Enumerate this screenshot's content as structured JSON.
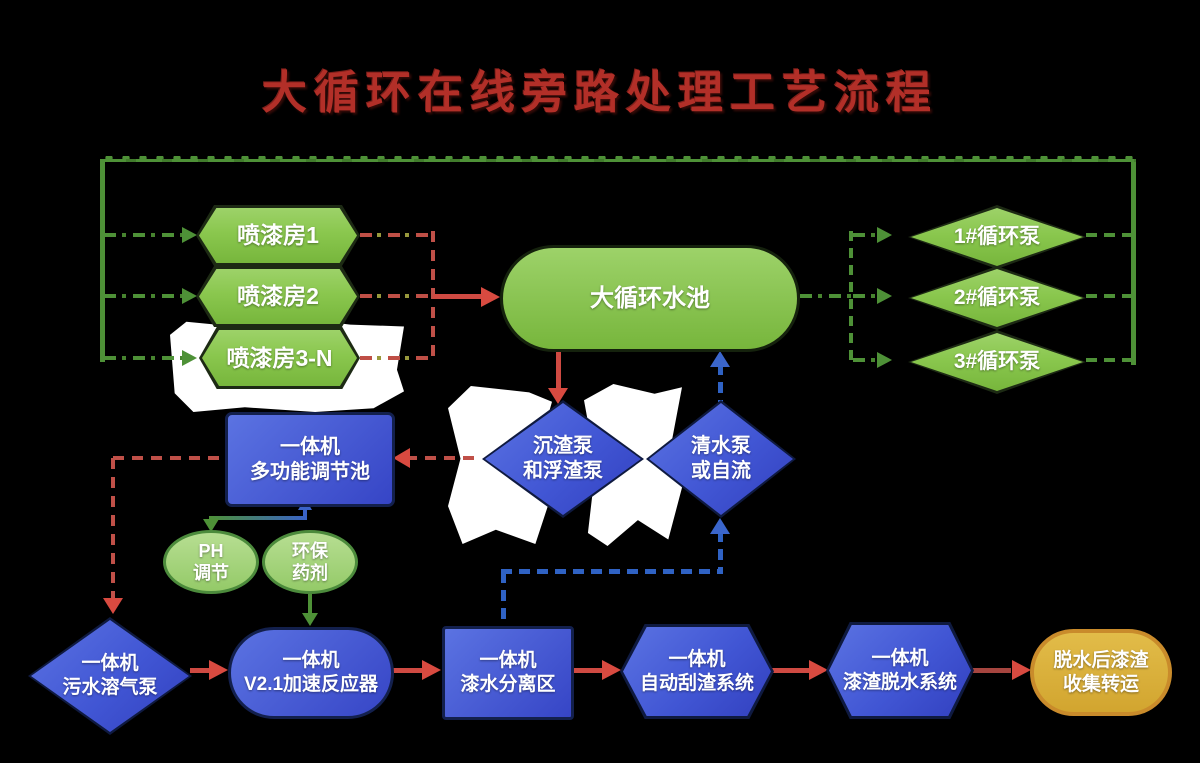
{
  "title": "大循环在线旁路处理工艺流程",
  "colors": {
    "background": "#000000",
    "green_shape_fill": "#8ac74e",
    "green_line": "#4e9137",
    "blue_shape_fill": "#4156d4",
    "blue_line": "#2f62c4",
    "red_line": "#cf4a42",
    "gold_shape_fill": "#d9b13c",
    "gold_border": "#c98b2b",
    "title_red": "#b22f28",
    "label_text": "#ffffff"
  },
  "nodes": {
    "booth1": {
      "label": "喷漆房1"
    },
    "booth2": {
      "label": "喷漆房2"
    },
    "booth3": {
      "label": "喷漆房3-N"
    },
    "pool": {
      "label": "大循环水池"
    },
    "pump1": {
      "label": "1#循环泵"
    },
    "pump2": {
      "label": "2#循环泵"
    },
    "pump3": {
      "label": "3#循环泵"
    },
    "slag_pump": {
      "line1": "沉渣泵",
      "line2": "和浮渣泵"
    },
    "clean_pump": {
      "line1": "清水泵",
      "line2": "或自流"
    },
    "regulating_tank": {
      "line1": "一体机",
      "line2": "多功能调节池"
    },
    "ph": {
      "line1": "PH",
      "line2": "调节"
    },
    "agent": {
      "line1": "环保",
      "line2": "药剂"
    },
    "air_pump": {
      "line1": "一体机",
      "line2": "污水溶气泵"
    },
    "reactor": {
      "line1": "一体机",
      "line2": "V2.1加速反应器"
    },
    "separation": {
      "line1": "一体机",
      "line2": "漆水分离区"
    },
    "scraper": {
      "line1": "一体机",
      "line2": "自动刮渣系统"
    },
    "dewatering": {
      "line1": "一体机",
      "line2": "漆渣脱水系统"
    },
    "collection": {
      "line1": "脱水后漆渣",
      "line2": "收集转运"
    }
  }
}
